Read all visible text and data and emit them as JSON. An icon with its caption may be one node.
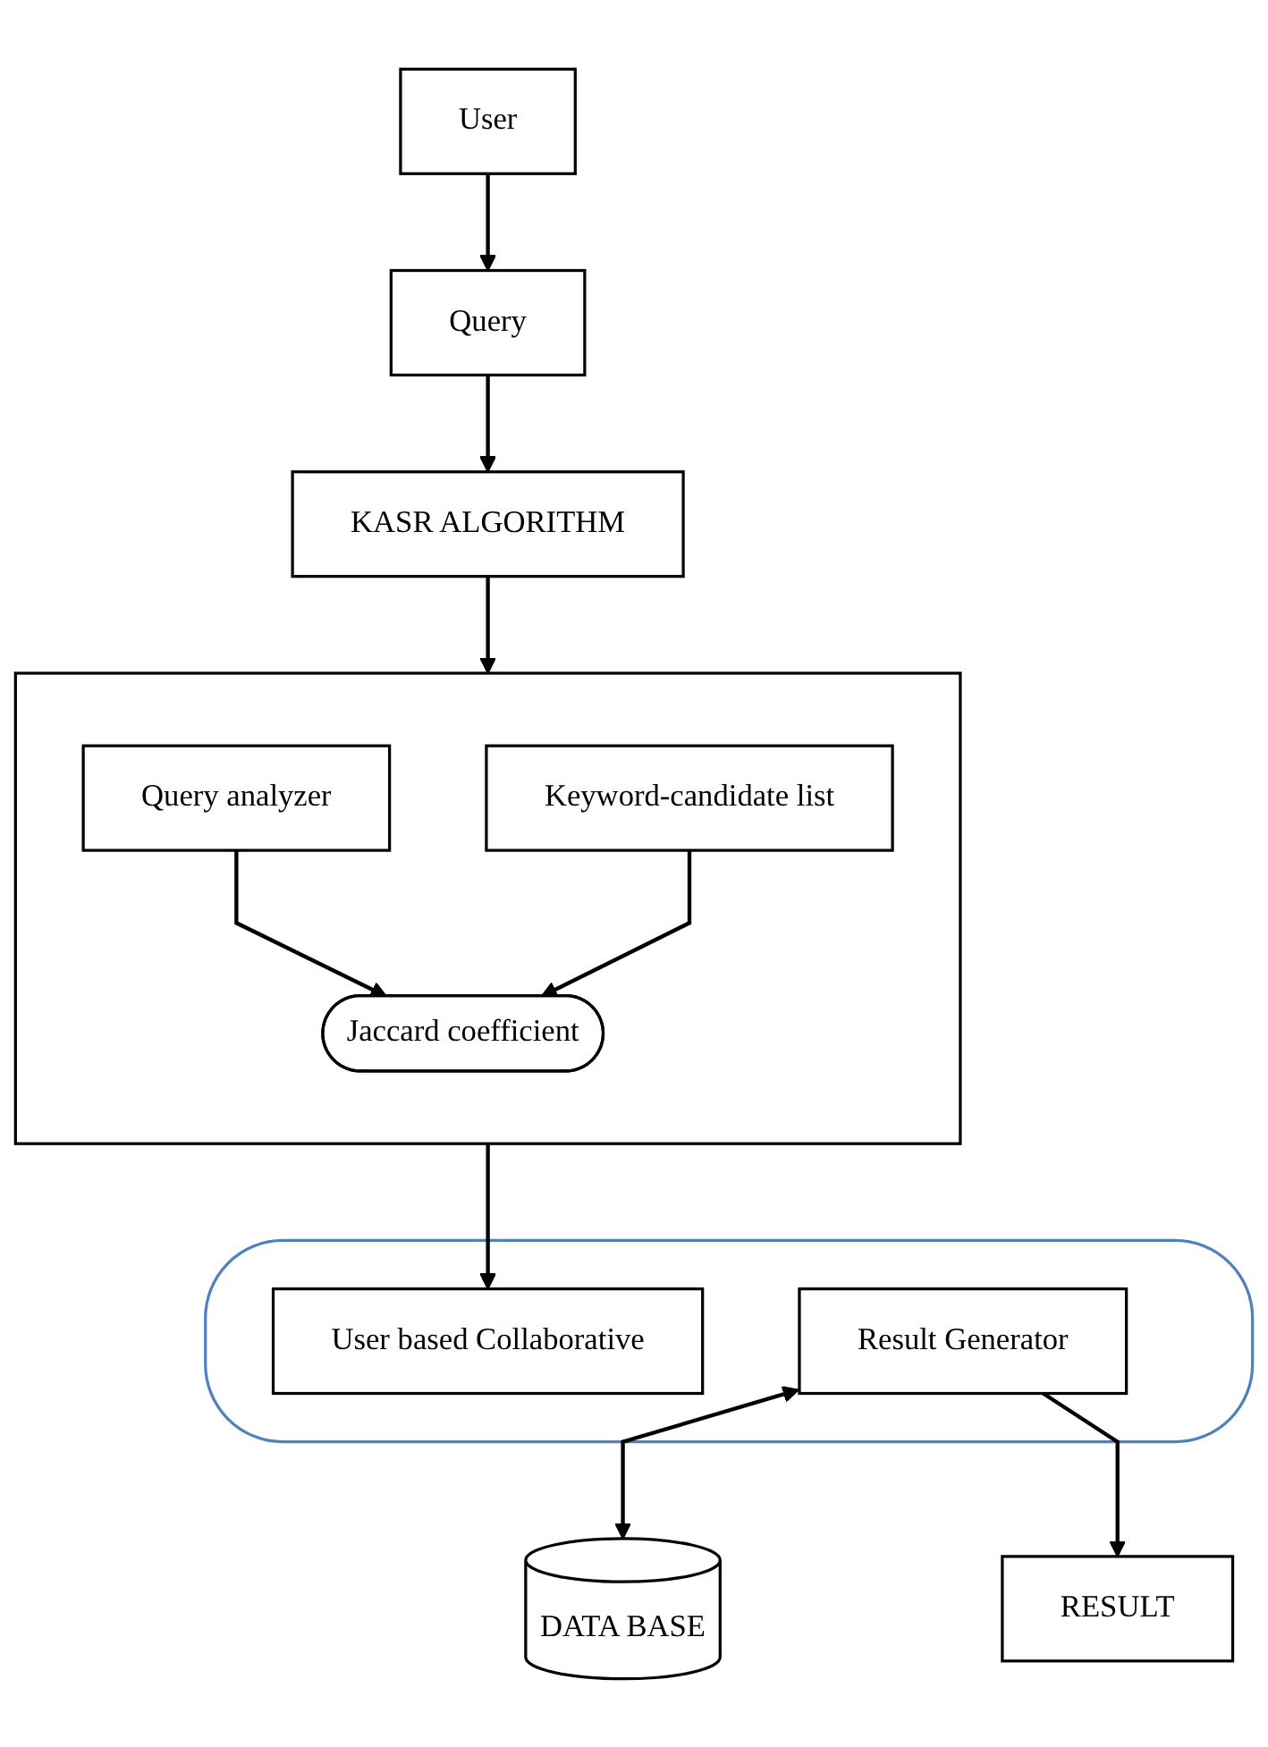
{
  "diagram": {
    "nodes": [
      {
        "text": [
          "User"
        ]
      },
      {
        "text": [
          "Query"
        ]
      },
      {
        "text": [
          "KASR ALGORITHM"
        ]
      },
      {
        "text": [],
        "shape": "box"
      },
      {
        "text": [
          "Query analyzer"
        ],
        "in": 3
      },
      {
        "text": [
          "Keyword-candidate list"
        ],
        "in": 3
      },
      {
        "text": [
          "Jaccard coefficient"
        ],
        "in": 3
      },
      {
        "text": [],
        "shape": "cloud"
      },
      {
        "text": [
          "User based Collaborative"
        ],
        "in": 7
      },
      {
        "text": [
          "Result Generator"
        ],
        "in": 7
      },
      {
        "text": [
          "DATA BASE"
        ]
      },
      {
        "text": [
          "RESULT"
        ]
      }
    ],
    "edges": [
      {
        "from": 0,
        "to": 1,
        "arrow": "to"
      },
      {
        "from": 1,
        "to": 2,
        "arrow": "to"
      },
      {
        "from": 2,
        "to": 3,
        "arrow": "to"
      },
      {
        "from": 4,
        "to": 6,
        "arrow": "to"
      },
      {
        "from": 5,
        "to": 6,
        "arrow": "to"
      },
      {
        "from": 3,
        "to": 8,
        "arrow": "to"
      },
      {
        "from": 9,
        "to": 10,
        "arrow": "both"
      },
      {
        "from": 9,
        "to": 11,
        "arrow": "to"
      }
    ]
  }
}
